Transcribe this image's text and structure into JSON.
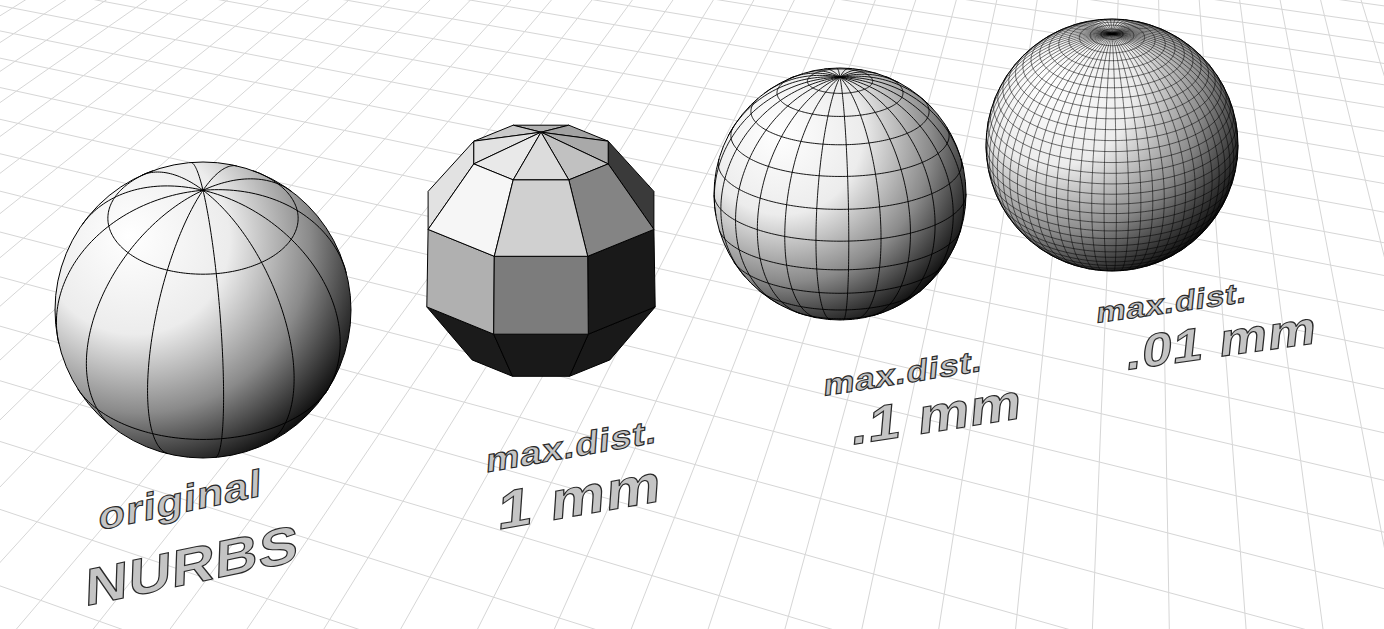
{
  "diagram": {
    "labels": [
      "original",
      "NURBS",
      "max.dist.",
      "1 mm",
      "max.dist.",
      ".1 mm",
      "max.dist.",
      ".01 mm"
    ]
  }
}
